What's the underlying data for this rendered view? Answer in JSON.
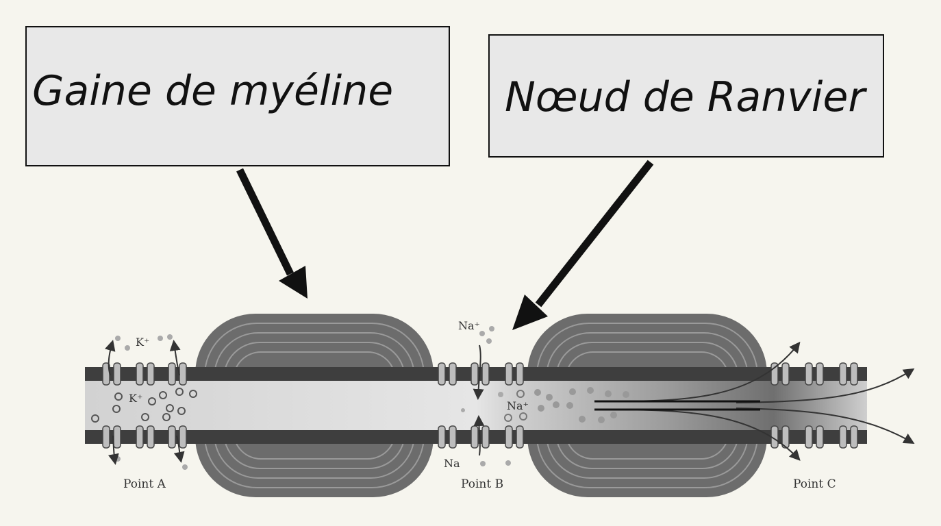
{
  "labels": {
    "myelin": "Gaine de myéline",
    "node": "Nœud de Ranvier"
  },
  "ions": {
    "k_top": "K⁺",
    "k_inside": "K⁺",
    "na_top": "Na⁺",
    "na_inside": "Na⁺",
    "na_bottom": "Na"
  },
  "points": {
    "a": "Point A",
    "b": "Point B",
    "c": "Point C"
  },
  "colors": {
    "background": "#f6f5ee",
    "box_fill": "#e8e8e8",
    "arrow": "#111111",
    "membrane": "#3e3e3e",
    "myelin": "#6c6c6c"
  }
}
